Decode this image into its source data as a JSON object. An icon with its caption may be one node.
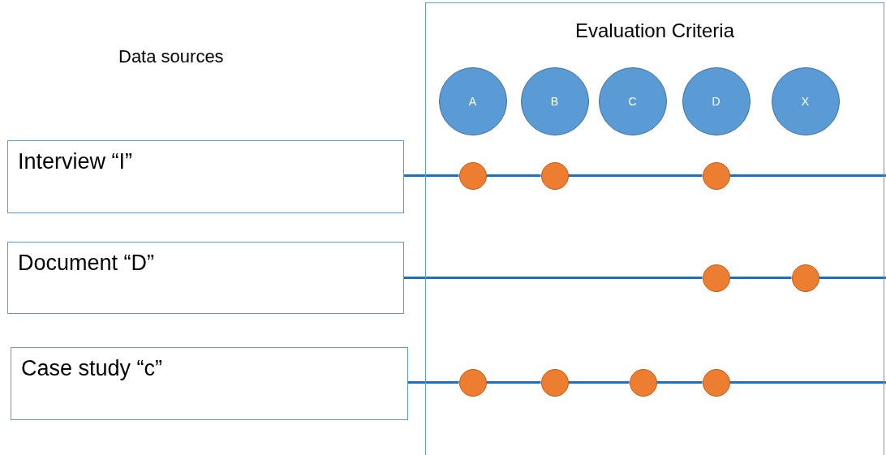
{
  "diagram": {
    "nodes": [
      {
        "text": [
          "Evaluation Criteria"
        ]
      },
      {
        "text": [
          "A"
        ],
        "in": 0
      },
      {
        "text": [
          "B"
        ],
        "in": 0
      },
      {
        "text": [
          "C"
        ],
        "in": 0
      },
      {
        "text": [
          "D"
        ],
        "in": 0
      },
      {
        "text": [
          "X"
        ],
        "in": 0
      },
      {
        "text": [
          "Interview “I”"
        ]
      },
      {
        "text": [],
        "shape": "circle",
        "in": 0
      },
      {
        "text": [],
        "shape": "circle",
        "in": 0
      },
      {
        "text": [],
        "shape": "circle",
        "in": 0
      },
      {
        "text": [
          "Document “D”"
        ]
      },
      {
        "text": [],
        "shape": "circle",
        "in": 0
      },
      {
        "text": [],
        "shape": "circle",
        "in": 0
      },
      {
        "text": [
          "Case study “c”"
        ]
      },
      {
        "text": [],
        "shape": "circle",
        "in": 0
      },
      {
        "text": [],
        "shape": "circle",
        "in": 0
      },
      {
        "text": [],
        "shape": "circle",
        "in": 0
      },
      {
        "text": [],
        "shape": "circle",
        "in": 0
      }
    ],
    "edges": [
      {
        "from": 6,
        "to": 7,
        "arrow": "none"
      },
      {
        "from": 7,
        "to": 8,
        "arrow": "none"
      },
      {
        "from": 8,
        "to": 9,
        "arrow": "none"
      },
      {
        "from": 9,
        "to": null,
        "arrow": "none"
      },
      {
        "from": 10,
        "to": 11,
        "arrow": "none"
      },
      {
        "from": 11,
        "to": 12,
        "arrow": "none"
      },
      {
        "from": 12,
        "to": null,
        "arrow": "none"
      },
      {
        "from": 13,
        "to": 14,
        "arrow": "none"
      },
      {
        "from": 14,
        "to": 15,
        "arrow": "none"
      },
      {
        "from": 15,
        "to": 16,
        "arrow": "none"
      },
      {
        "from": 16,
        "to": 17,
        "arrow": "none"
      },
      {
        "from": 17,
        "to": null,
        "arrow": "none"
      }
    ],
    "labels": [
      "Data sources"
    ]
  }
}
